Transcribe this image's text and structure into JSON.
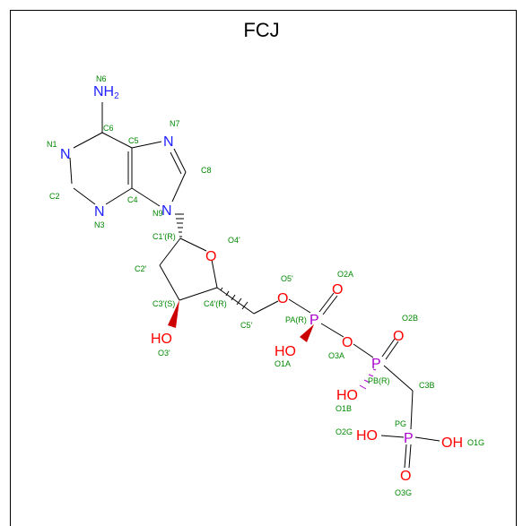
{
  "title": "FCJ",
  "colors": {
    "nitrogen": "#2020ff",
    "oxygen": "#ff0000",
    "phosphorus": "#aa00cc",
    "atom_label": "#008800",
    "bond": "#000000"
  },
  "atoms": {
    "NH2": "NH",
    "NH2_sub": "2",
    "N1": "N",
    "N3": "N",
    "N7": "N",
    "N9": "N",
    "O4": "O",
    "O5": "O",
    "O2A": "O",
    "O3A": "O",
    "O1A": "HO",
    "PA": "P",
    "O2B": "O",
    "PB": "P",
    "O1B": "HO",
    "O3": "HO",
    "PG": "P",
    "O2G": "HO",
    "O1G": "OH",
    "O3G": "O"
  },
  "labels": {
    "N6": "N6",
    "C6": "C6",
    "N1": "N1",
    "C5": "C5",
    "N7": "N7",
    "C8": "C8",
    "C2": "C2",
    "C4": "C4",
    "N3": "N3",
    "N9": "N9",
    "C1p": "C1'(R)",
    "O4p": "O4'",
    "C2p": "C2'",
    "O5p": "O5'",
    "O2A": "O2A",
    "C3p": "C3'(S)",
    "C4p": "C4'(R)",
    "PA": "PA(R)",
    "C5p": "C5'",
    "O2B": "O2B",
    "O3p": "O3'",
    "O1A": "O1A",
    "O3A": "O3A",
    "PB": "PB(R)",
    "C3B": "C3B",
    "O1B": "O1B",
    "PG": "PG",
    "O2G": "O2G",
    "O1G": "O1G",
    "O3G": "O3G"
  }
}
